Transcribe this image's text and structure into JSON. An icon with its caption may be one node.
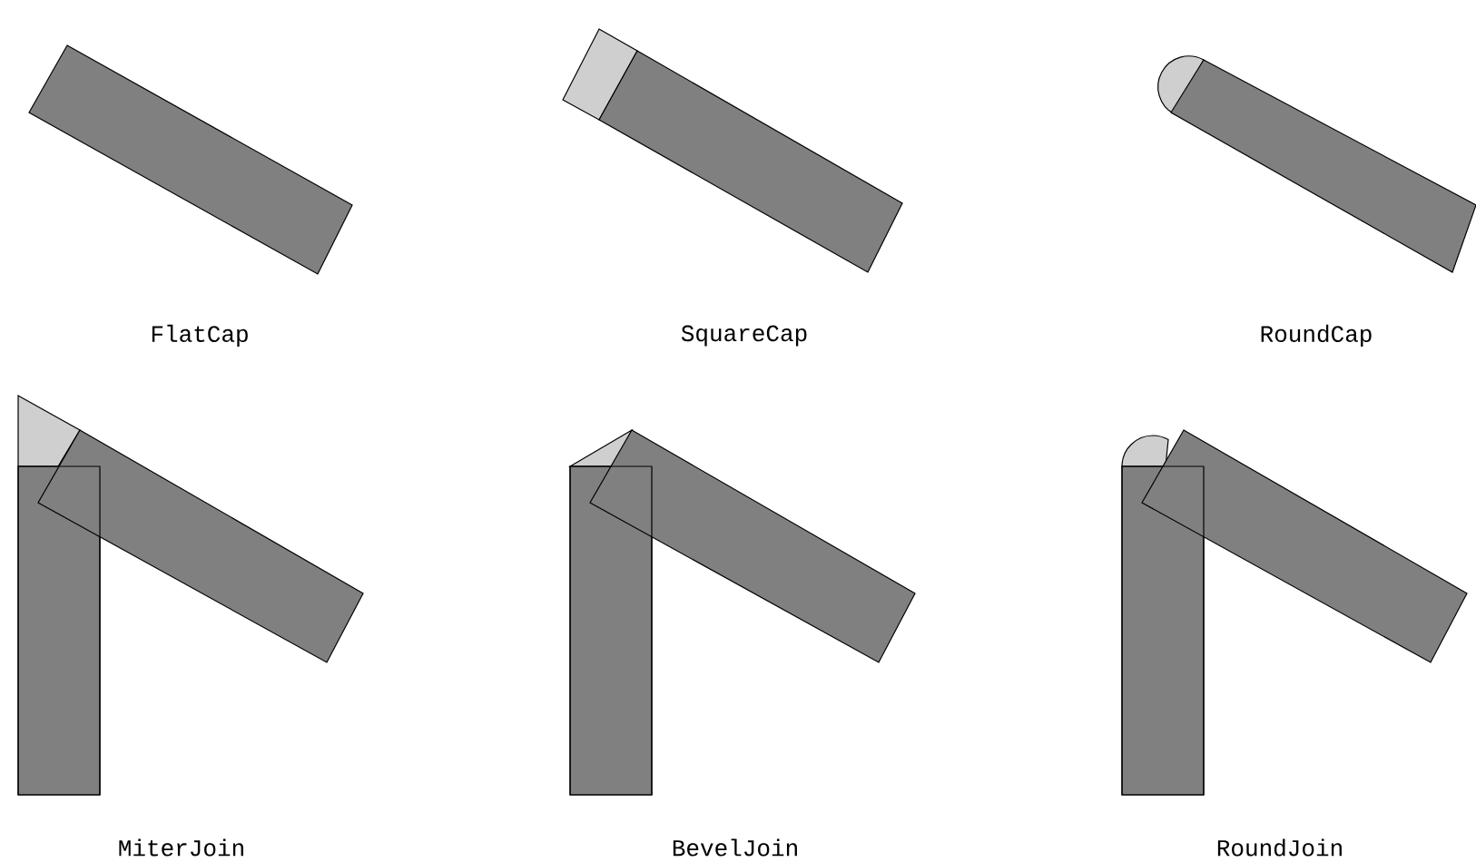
{
  "diagram": {
    "labels": [
      "FlatCap",
      "SquareCap",
      "RoundCap",
      "MiterJoin",
      "BevelJoin",
      "RoundJoin"
    ]
  }
}
